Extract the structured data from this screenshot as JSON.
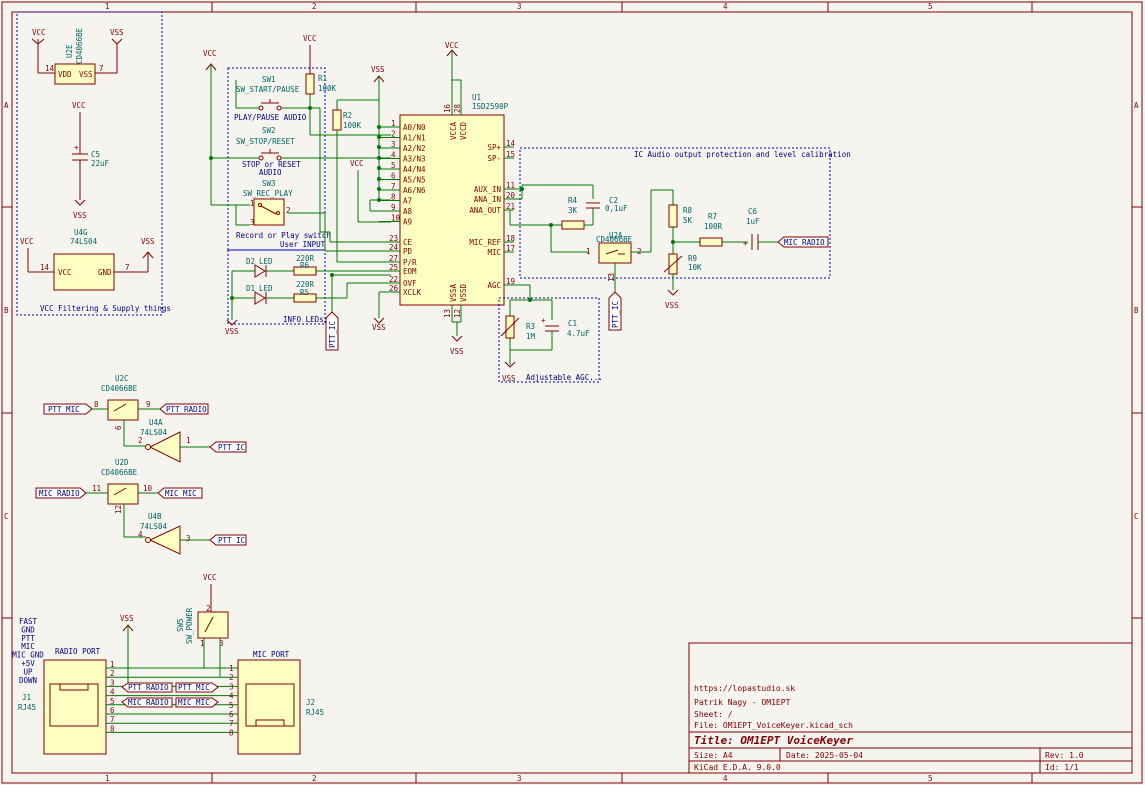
{
  "border": {
    "cols": [
      "1",
      "2",
      "3",
      "4",
      "5"
    ],
    "rows": [
      "A",
      "B",
      "C"
    ]
  },
  "power": {
    "vcc": "VCC",
    "vss": "VSS"
  },
  "groups": {
    "supply_caption": "VCC Filtering & Supply things",
    "info_leds_caption": "INFO LEDs",
    "audio_caption": "IC Audio output protection and level calibration",
    "agc_caption": "Adjustable AGC...",
    "user_input_caption": "User INPUT"
  },
  "parts": {
    "u2e": {
      "ref": "U2E",
      "value": "CD4066BE",
      "vdd": "VDD",
      "vss": "VSS",
      "pin_vdd": "14",
      "pin_vss": "7"
    },
    "c5": {
      "ref": "C5",
      "value": "22uF"
    },
    "u4g": {
      "ref": "U4G",
      "value": "74LS04",
      "vcc": "VCC",
      "gnd": "GND",
      "pin_vcc": "14",
      "pin_gnd": "7"
    },
    "sw1": {
      "ref": "SW1",
      "value": "SW_START/PAUSE",
      "caption": "PLAY/PAUSE AUDIO"
    },
    "sw2": {
      "ref": "SW2",
      "value": "SW_STOP/RESET",
      "caption1": "STOP or RESET",
      "caption2": "AUDIO"
    },
    "sw3": {
      "ref": "SW3",
      "value": "SW_REC_PLAY",
      "caption": "Record or Play switch",
      "p1": "1",
      "p2": "2",
      "p3": "3"
    },
    "r1": {
      "ref": "R1",
      "value": "100K"
    },
    "r2": {
      "ref": "R2",
      "value": "100K"
    },
    "d2": {
      "ref": "D2",
      "value": "LED"
    },
    "d1": {
      "ref": "D1",
      "value": "LED"
    },
    "r6": {
      "ref": "R6",
      "value": "220R"
    },
    "r5": {
      "ref": "R5",
      "value": "220R"
    },
    "u1": {
      "ref": "U1",
      "value": "ISD2590P",
      "pin_vcca": "VCCA",
      "pin_vccd": "VCCD",
      "n_vcca": "16",
      "n_vccd": "28",
      "pin_vssa": "VSSA",
      "pin_vssd": "VSSD",
      "n_vssa": "13",
      "n_vssd": "12",
      "left_pins": [
        {
          "num": "1",
          "name": "A0/N0"
        },
        {
          "num": "2",
          "name": "A1/N1"
        },
        {
          "num": "3",
          "name": "A2/N2"
        },
        {
          "num": "4",
          "name": "A3/N3"
        },
        {
          "num": "5",
          "name": "A4/N4"
        },
        {
          "num": "6",
          "name": "A5/N5"
        },
        {
          "num": "7",
          "name": "A6/N6"
        },
        {
          "num": "8",
          "name": "A7"
        },
        {
          "num": "9",
          "name": "A8"
        },
        {
          "num": "10",
          "name": "A9"
        }
      ],
      "ctrl_pins": [
        {
          "num": "23",
          "name": "CE"
        },
        {
          "num": "24",
          "name": "PD"
        },
        {
          "num": "27",
          "name": "P/R"
        },
        {
          "num": "25",
          "name": "EOM"
        },
        {
          "num": "22",
          "name": "OVF"
        },
        {
          "num": "26",
          "name": "XCLK"
        }
      ],
      "right_pins": [
        {
          "num": "14",
          "name": "SP+"
        },
        {
          "num": "15",
          "name": "SP-"
        },
        {
          "num": "11",
          "name": "AUX_IN"
        },
        {
          "num": "20",
          "name": "ANA_IN"
        },
        {
          "num": "21",
          "name": "ANA_OUT"
        },
        {
          "num": "18",
          "name": "MIC_REF"
        },
        {
          "num": "17",
          "name": "MIC"
        },
        {
          "num": "19",
          "name": "AGC"
        }
      ]
    },
    "r4": {
      "ref": "R4",
      "value": "3K"
    },
    "c2": {
      "ref": "C2",
      "value": "0,1uF"
    },
    "u2a": {
      "ref": "U2A",
      "value": "CD4066BE",
      "p1": "1",
      "p2": "2",
      "p13": "13"
    },
    "r8": {
      "ref": "R8",
      "value": "5K"
    },
    "r7": {
      "ref": "R7",
      "value": "100R"
    },
    "c6": {
      "ref": "C6",
      "value": "1uF"
    },
    "r9": {
      "ref": "R9",
      "value": "10K"
    },
    "r3": {
      "ref": "R3",
      "value": "1M"
    },
    "c1": {
      "ref": "C1",
      "value": "4.7uF"
    },
    "u2c": {
      "ref": "U2C",
      "value": "CD4066BE",
      "pa": "8",
      "pb": "9",
      "pc": "6"
    },
    "u4a": {
      "ref": "U4A",
      "value": "74LS04",
      "pin_in": "1",
      "pin_out": "2"
    },
    "u2d": {
      "ref": "U2D",
      "value": "CD4066BE",
      "pa": "11",
      "pb": "10",
      "pc": "12"
    },
    "u4b": {
      "ref": "U4B",
      "value": "74LS04",
      "pin_in": "3",
      "pin_out": "4"
    },
    "sw5": {
      "ref": "SW5",
      "value": "SW_POWER",
      "p1": "1",
      "p2": "2",
      "p3": "3"
    },
    "j1": {
      "ref": "J1",
      "value": "RJ45",
      "title": "RADIO PORT"
    },
    "j2": {
      "ref": "J2",
      "value": "RJ45",
      "title": "MIC PORT"
    }
  },
  "labels": {
    "ptt_ic": "PTT_IC",
    "mic_radio": "MIC_RADIO",
    "ptt_mic": "PTT_MIC",
    "ptt_radio": "PTT_RADIO",
    "mic_mic": "MIC_MIC"
  },
  "port_legend": [
    "FAST",
    "GND",
    "PTT",
    "MIC",
    "MIC GND",
    "+5V",
    "UP",
    "DOWN"
  ],
  "rj_pins": [
    "1",
    "2",
    "3",
    "4",
    "5",
    "6",
    "7",
    "8"
  ],
  "title_block": {
    "url": "https://lopastudio.sk",
    "author": "Patrik Nagy - OM1EPT",
    "sheet": "Sheet: /",
    "file": "File: OM1EPT_VoiceKeyer.kicad_sch",
    "title": "Title: OM1EPT VoiceKeyer",
    "size": "Size: A4",
    "date": "Date: 2025-05-04",
    "rev": "Rev: 1.0",
    "tool": "KiCad E.D.A. 9.0.0",
    "id": "Id: 1/1"
  }
}
